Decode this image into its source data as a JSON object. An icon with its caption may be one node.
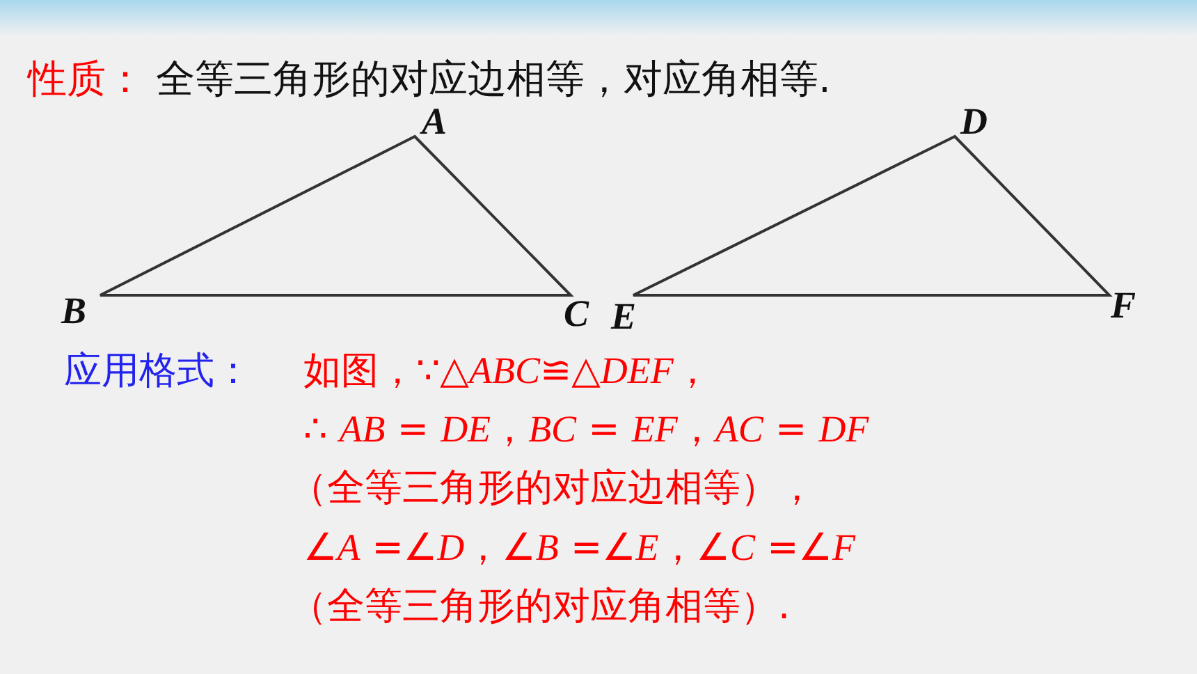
{
  "diagram": {
    "labels": [
      "性质：",
      "全等三角形的对应边相等，对应角相等.",
      "A",
      "D",
      "B",
      "C",
      "E",
      "F",
      "应用格式：",
      "如图，∵△*ABC*≌△*DEF*，",
      "∴ *AB* = *DE*，*BC* = *EF*，*AC* = *DF*",
      "（全等三角形的对应边相等），",
      "∠*A* =∠*D*，∠*B* =∠*E*，∠*C* =∠*F*",
      "（全等三角形的对应角相等）."
    ]
  }
}
